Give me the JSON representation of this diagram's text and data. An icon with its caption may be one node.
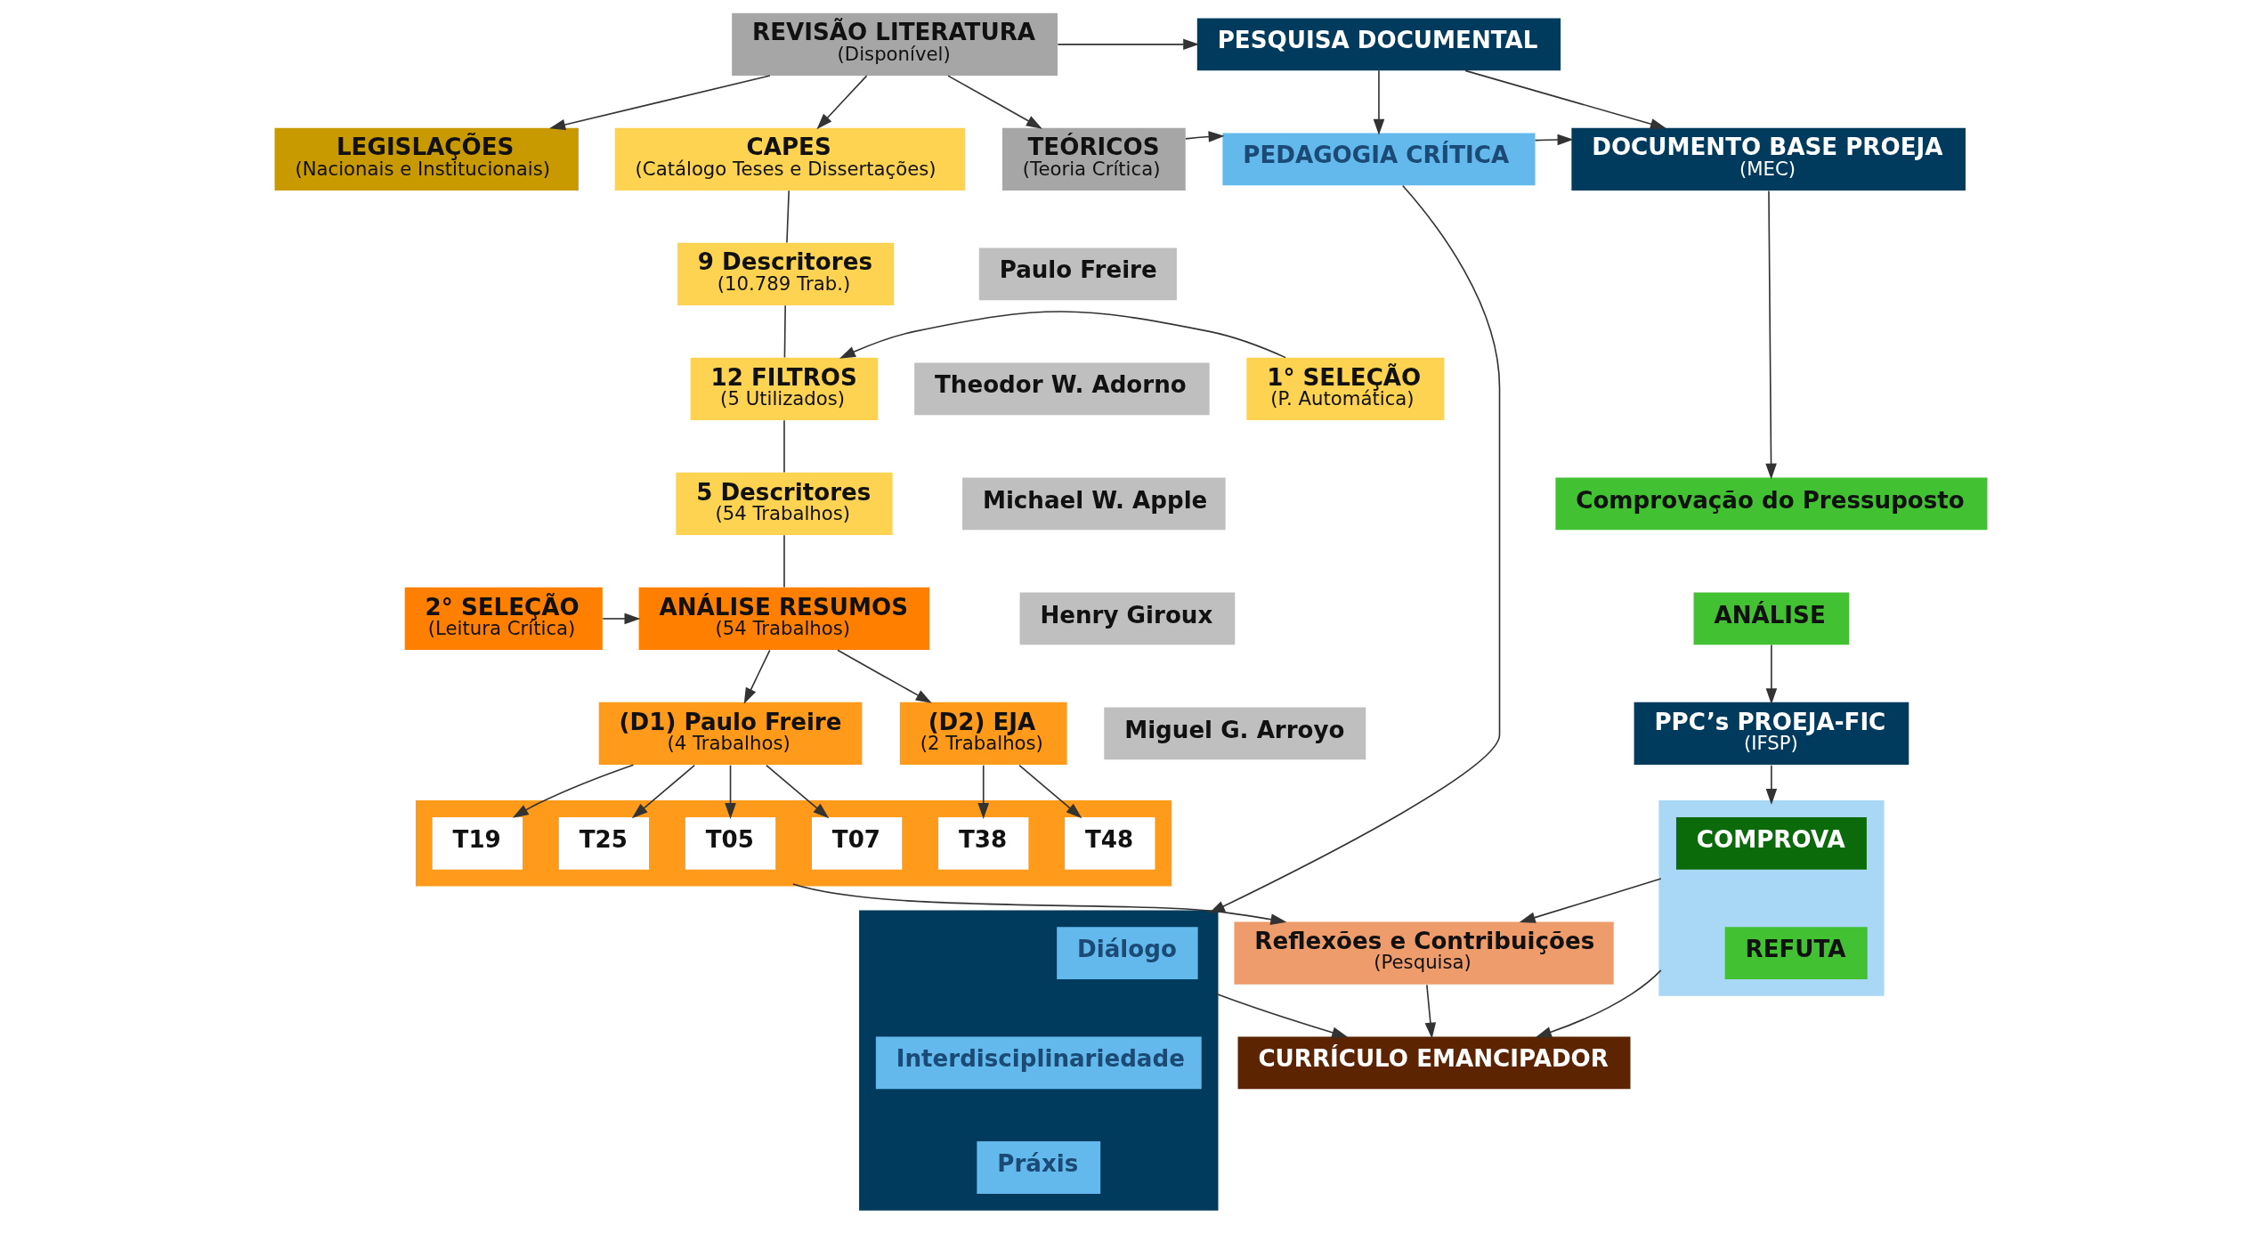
{
  "diagram": {
    "nodes": [
      {
        "text": [
          "REVISÃO LITERATURA",
          "(Disponível)"
        ]
      },
      {
        "text": [
          "PESQUISA DOCUMENTAL"
        ]
      },
      {
        "text": [
          "LEGISLAÇÕES",
          "(Nacionais e Institucionais)"
        ]
      },
      {
        "text": [
          "CAPES",
          "(Catálogo Teses e Dissertações)"
        ]
      },
      {
        "text": [
          "TEÓRICOS",
          "(Teoria Crítica)"
        ]
      },
      {
        "text": [
          "PEDAGOGIA CRÍTICA"
        ]
      },
      {
        "text": [
          "DOCUMENTO BASE PROEJA",
          "(MEC)"
        ]
      },
      {
        "text": [
          "9 Descritores",
          "(10.789 Trab.)"
        ]
      },
      {
        "text": [
          "Paulo Freire"
        ]
      },
      {
        "text": [
          "Theodor W. Adorno"
        ]
      },
      {
        "text": [
          "Michael W. Apple"
        ]
      },
      {
        "text": [
          "Henry Giroux"
        ]
      },
      {
        "text": [
          "Miguel G. Arroyo"
        ]
      },
      {
        "text": [
          "Comprovação do Pressuposto"
        ]
      },
      {
        "text": [],
        "shape": "box"
      },
      {
        "text": [
          "Diálogo"
        ],
        "in": 14
      },
      {
        "text": [
          "Interdisciplinariedade"
        ],
        "in": 14
      },
      {
        "text": [
          "Práxis"
        ],
        "in": 14
      },
      {
        "text": [
          "1° SELEÇÃO",
          "(P. Automática)"
        ]
      },
      {
        "text": [
          "12 FILTROS",
          "(5 Utilizados)"
        ]
      },
      {
        "text": [
          "ANÁLISE"
        ]
      },
      {
        "text": [
          "PPC’s PROEJA-FIC",
          "(IFSP)"
        ]
      },
      {
        "text": [
          "5 Descritores",
          "(54 Trabalhos)"
        ]
      },
      {
        "text": [
          "2° SELEÇÃO",
          "(Leitura Crítica)"
        ]
      },
      {
        "text": [
          "ANÁLISE RESUMOS",
          "(54 Trabalhos)"
        ]
      },
      {
        "text": [
          "CURRÍCULO EMANCIPADOR"
        ]
      },
      {
        "text": [],
        "shape": "box"
      },
      {
        "text": [
          "COMPROVA"
        ],
        "in": 26
      },
      {
        "text": [
          "REFUTA"
        ],
        "in": 26
      },
      {
        "text": [
          "(D1) Paulo Freire",
          "(4 Trabalhos)"
        ]
      },
      {
        "text": [
          "(D2) EJA",
          "(2 Trabalhos)"
        ]
      },
      {
        "text": [
          "Reflexões e Contribuições",
          "(Pesquisa)"
        ]
      },
      {
        "text": [],
        "shape": "box"
      },
      {
        "text": [
          "T05"
        ],
        "in": 32
      },
      {
        "text": [
          "T07"
        ],
        "in": 32
      },
      {
        "text": [
          "T19"
        ],
        "in": 32
      },
      {
        "text": [
          "T25"
        ],
        "in": 32
      },
      {
        "text": [
          "T38"
        ],
        "in": 32
      },
      {
        "text": [
          "T48"
        ],
        "in": 32
      }
    ],
    "edges": [
      {
        "from": 0,
        "to": 1,
        "arrow": "to"
      },
      {
        "from": 0,
        "to": 2,
        "arrow": "to"
      },
      {
        "from": 0,
        "to": 3,
        "arrow": "to"
      },
      {
        "from": 0,
        "to": 4,
        "arrow": "to"
      },
      {
        "from": 1,
        "to": 5,
        "arrow": "to"
      },
      {
        "from": 1,
        "to": 6,
        "arrow": "to"
      },
      {
        "from": 4,
        "to": 5,
        "arrow": "to"
      },
      {
        "from": 5,
        "to": 6,
        "arrow": "to"
      },
      {
        "from": 3,
        "to": 7,
        "arrow": "none"
      },
      {
        "from": 7,
        "to": 19,
        "arrow": "none"
      },
      {
        "from": 18,
        "to": 19,
        "arrow": "to"
      },
      {
        "from": 19,
        "to": 22,
        "arrow": "none"
      },
      {
        "from": 22,
        "to": 24,
        "arrow": "none"
      },
      {
        "from": 23,
        "to": 24,
        "arrow": "to"
      },
      {
        "from": 5,
        "to": 14,
        "arrow": "to"
      },
      {
        "from": 6,
        "to": 13,
        "arrow": "to"
      },
      {
        "from": 20,
        "to": 21,
        "arrow": "to"
      },
      {
        "from": 21,
        "to": 26,
        "arrow": "to"
      },
      {
        "from": 14,
        "to": 25,
        "arrow": "to"
      },
      {
        "from": 26,
        "to": 25,
        "arrow": "to"
      },
      {
        "from": 26,
        "to": 31,
        "arrow": "to"
      },
      {
        "from": 31,
        "to": 25,
        "arrow": "to"
      },
      {
        "from": 24,
        "to": 29,
        "arrow": "to"
      },
      {
        "from": 24,
        "to": 30,
        "arrow": "to"
      },
      {
        "from": 29,
        "to": 33,
        "arrow": "to"
      },
      {
        "from": 29,
        "to": 34,
        "arrow": "to"
      },
      {
        "from": 29,
        "to": 35,
        "arrow": "to"
      },
      {
        "from": 29,
        "to": 36,
        "arrow": "to"
      },
      {
        "from": 30,
        "to": 37,
        "arrow": "to"
      },
      {
        "from": 30,
        "to": 38,
        "arrow": "to"
      },
      {
        "from": 32,
        "to": 31,
        "arrow": "to"
      }
    ]
  }
}
